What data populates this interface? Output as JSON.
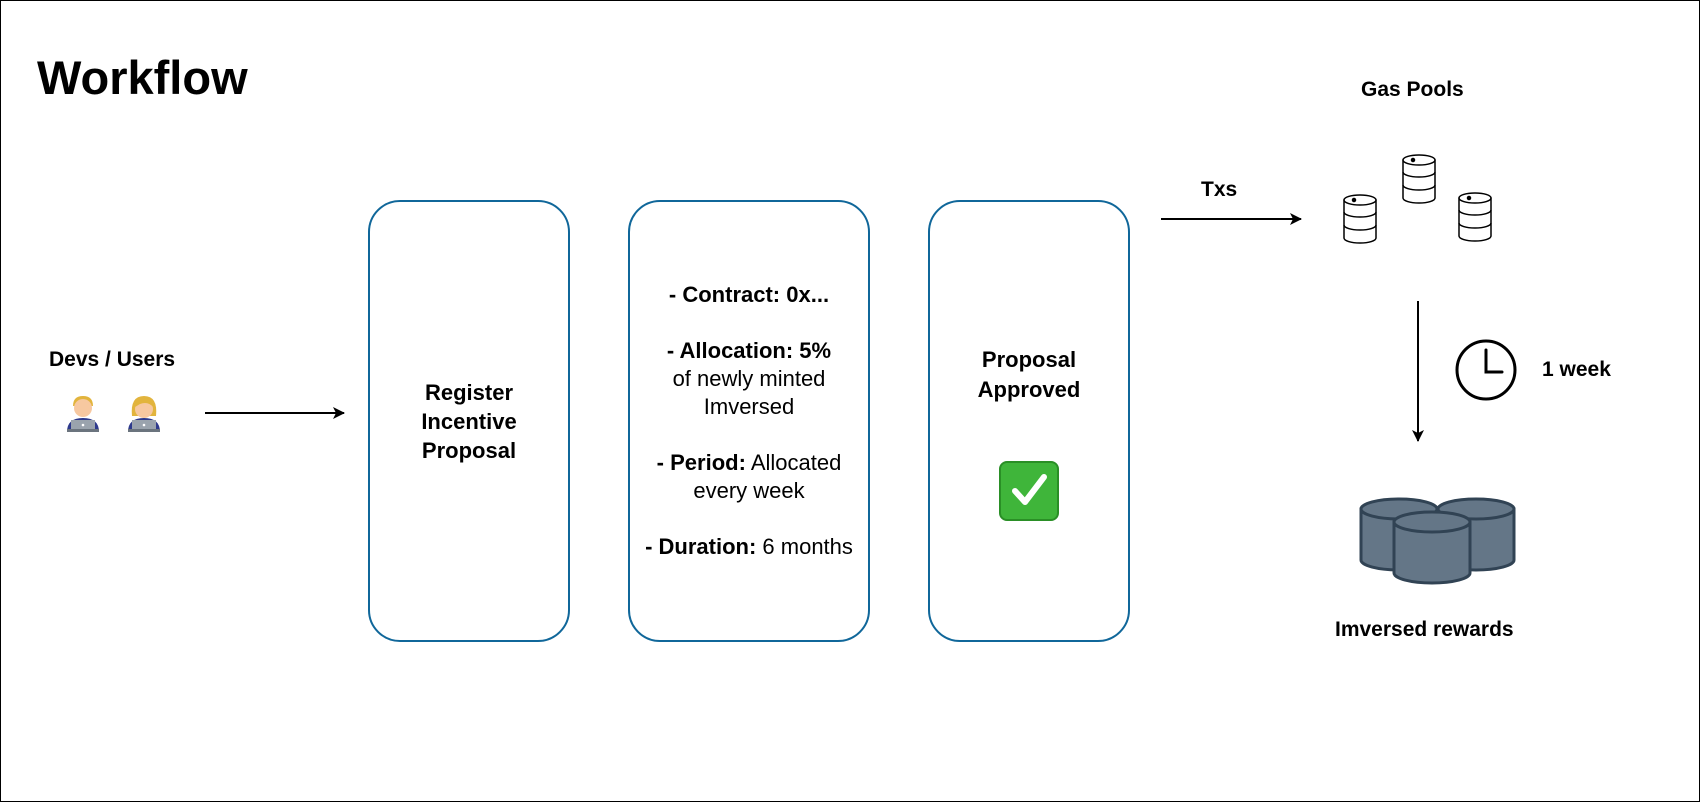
{
  "title": "Workflow",
  "actors": {
    "label": "Devs / Users",
    "icons": [
      "technologist-man-icon",
      "technologist-woman-icon"
    ]
  },
  "register": {
    "lines": [
      "Register",
      "Incentive",
      "Proposal"
    ]
  },
  "details": {
    "contract_label": "- Contract: 0x...",
    "allocation_label": "- Allocation: 5%",
    "allocation_text": "of newly minted Imversed",
    "period_label": "- Period:",
    "period_text": "Allocated every week",
    "duration_label": "- Duration:",
    "duration_text": "6 months"
  },
  "approved": {
    "lines": [
      "Proposal",
      "Approved"
    ],
    "icon": "check-mark-icon",
    "icon_color": "#3fb53a"
  },
  "txs_label": "Txs",
  "gas_pools": {
    "label": "Gas Pools",
    "icon": "barrel-icon"
  },
  "interval": {
    "label": "1 week",
    "icon": "clock-icon"
  },
  "rewards": {
    "label": "Imversed rewards",
    "icon": "database-icon",
    "color": "#647687"
  },
  "colors": {
    "box_border": "#10679a",
    "arrow": "#000000"
  }
}
